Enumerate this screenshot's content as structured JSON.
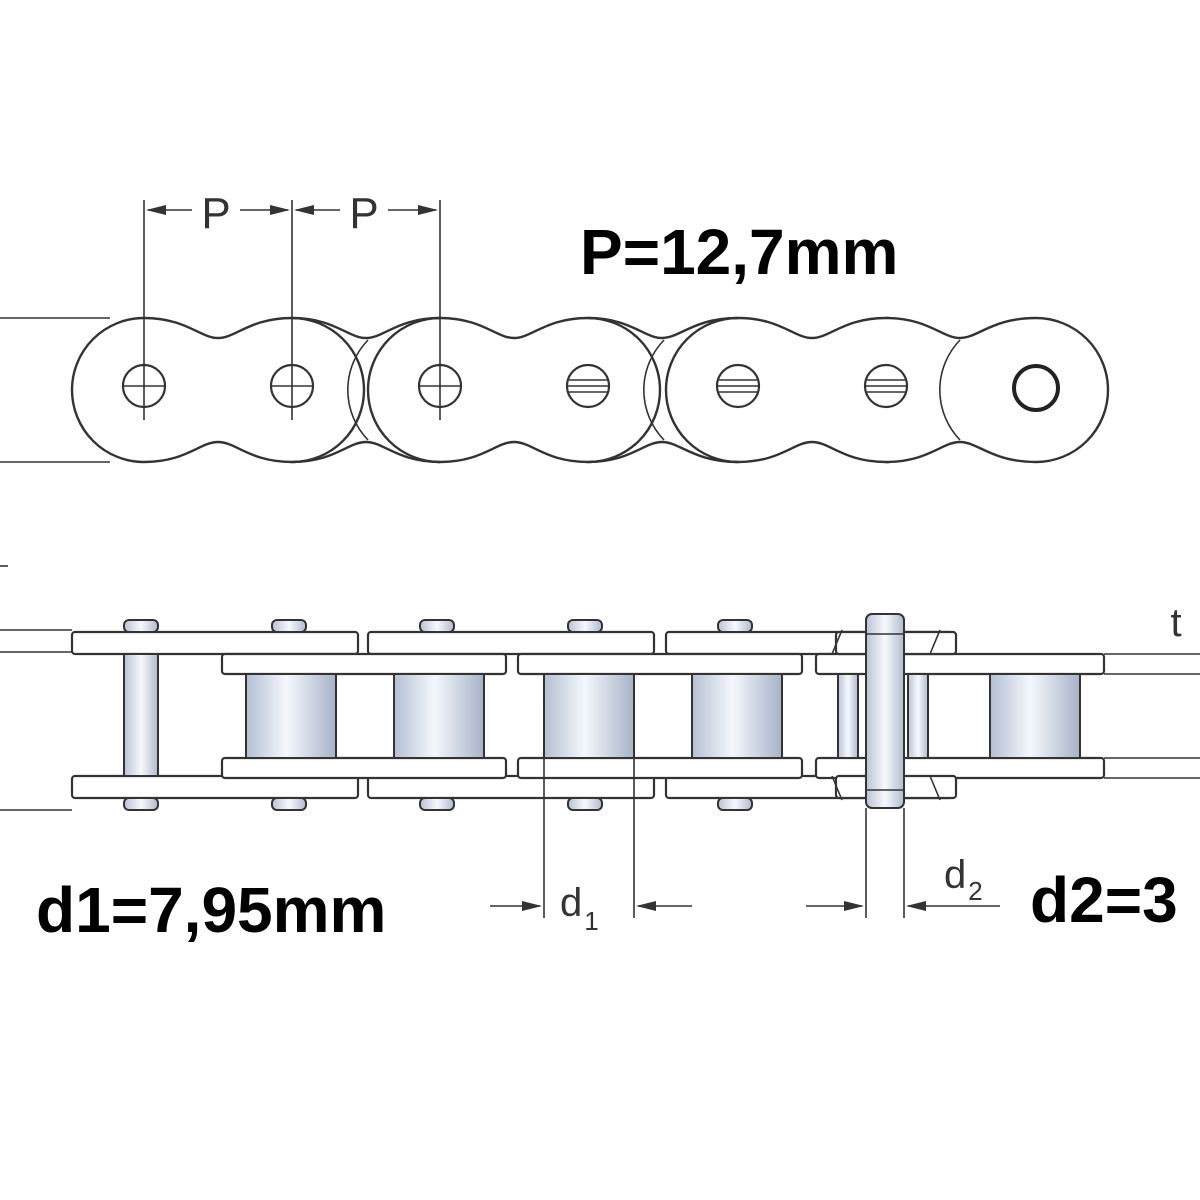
{
  "labels": {
    "pitch_symbol_1": "P",
    "pitch_symbol_2": "P",
    "pitch_value": "P=12,7mm",
    "thickness_symbol": "t",
    "d1_symbol": "d",
    "d1_subscript": "1",
    "d2_symbol": "d",
    "d2_subscript": "2",
    "d1_value": "d1=7,95mm",
    "d2_value": "d2=3"
  },
  "colors": {
    "line": "#333333",
    "plate_fill": "#ffffff",
    "roller_light": "#f4f7fc",
    "roller_dark": "#aeb8cc",
    "text": "#000000"
  }
}
